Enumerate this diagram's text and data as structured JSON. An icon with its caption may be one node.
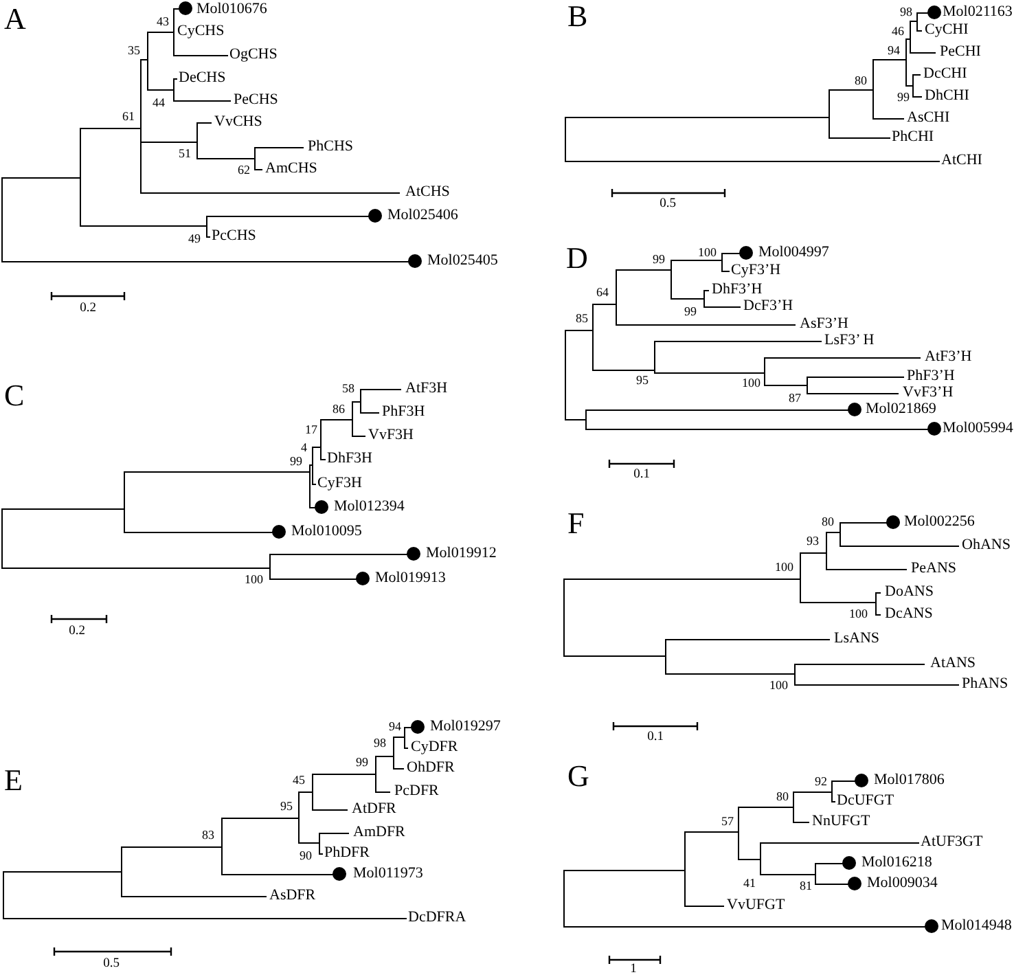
{
  "diagram": {
    "labels": [
      "A",
      "Mol010676",
      "43",
      "CyCHS",
      "35",
      "OgCHS",
      "DeCHS",
      "44",
      "PeCHS",
      "61",
      "VvCHS",
      "PhCHS",
      "51",
      "62",
      "AmCHS",
      "AtCHS",
      "Mol025406",
      "49",
      "PcCHS",
      "Mol025405",
      "0.2",
      "B",
      "98",
      "Mol021163",
      "46",
      "CyCHI",
      "94",
      "PeCHI",
      "DcCHI",
      "80",
      "99",
      "DhCHI",
      "AsCHI",
      "PhCHI",
      "AtCHI",
      "0.5",
      "D",
      "100",
      "Mol004997",
      "99",
      "CyF3’H",
      "64",
      "DhF3’H",
      "DcF3’H",
      "99",
      "85",
      "AsF3’H",
      "LsF3’ H",
      "AtF3’H",
      "PhF3’H",
      "95",
      "100",
      "VvF3’H",
      "87",
      "Mol021869",
      "Mol005994",
      "0.1",
      "C",
      "58",
      "AtF3H",
      "86",
      "PhF3H",
      "17",
      "VvF3H",
      "4",
      "99",
      "DhF3H",
      "CyF3H",
      "Mol012394",
      "Mol010095",
      "Mol019912",
      "100",
      "Mol019913",
      "0.2",
      "E",
      "94",
      "Mol019297",
      "98",
      "CyDFR",
      "99",
      "OhDFR",
      "45",
      "PcDFR",
      "95",
      "AtDFR",
      "83",
      "AmDFR",
      "90",
      "PhDFR",
      "Mol011973",
      "AsDFR",
      "DcDFRA",
      "0.5",
      "F",
      "80",
      "Mol002256",
      "93",
      "OhANS",
      "100",
      "PeANS",
      "DoANS",
      "100",
      "DcANS",
      "LsANS",
      "AtANS",
      "100",
      "PhANS",
      "0.1",
      "G",
      "92",
      "Mol017806",
      "80",
      "DcUFGT",
      "57",
      "NnUFGT",
      "AtUF3GT",
      "Mol016218",
      "41",
      "81",
      "Mol009034",
      "VvUFGT",
      "Mol014948",
      "1"
    ]
  }
}
